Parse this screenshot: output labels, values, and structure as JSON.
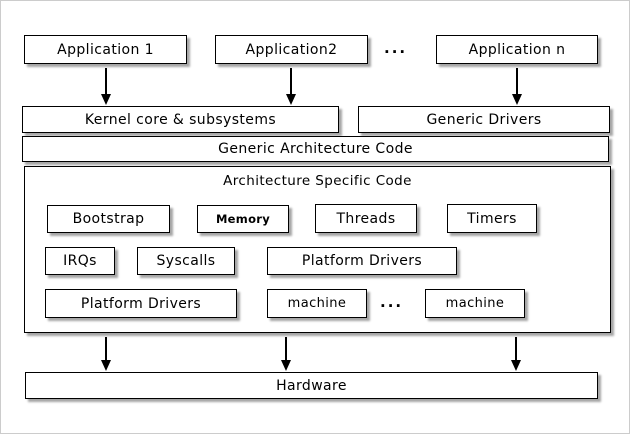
{
  "app_row": {
    "items": [
      "Application 1",
      "Application2",
      "Application n"
    ],
    "ellipsis": "..."
  },
  "kernel_row": {
    "kernel_core": "Kernel core & subsystems",
    "generic_drivers": "Generic Drivers"
  },
  "generic_arch_label": "Generic Architecture Code",
  "arch_specific": {
    "title": "Architecture Specific Code",
    "row1": [
      "Bootstrap",
      "Memory",
      "Threads",
      "Timers"
    ],
    "row2": [
      "IRQs",
      "Syscalls",
      "Platform Drivers"
    ],
    "row3": [
      "Platform Drivers",
      "machine",
      "...",
      "machine"
    ]
  },
  "hardware_label": "Hardware",
  "colors": {
    "box_border": "#000000",
    "box_fill": "#ffffff",
    "shadow": "#a6a6a6",
    "frame": "#cccccc"
  }
}
